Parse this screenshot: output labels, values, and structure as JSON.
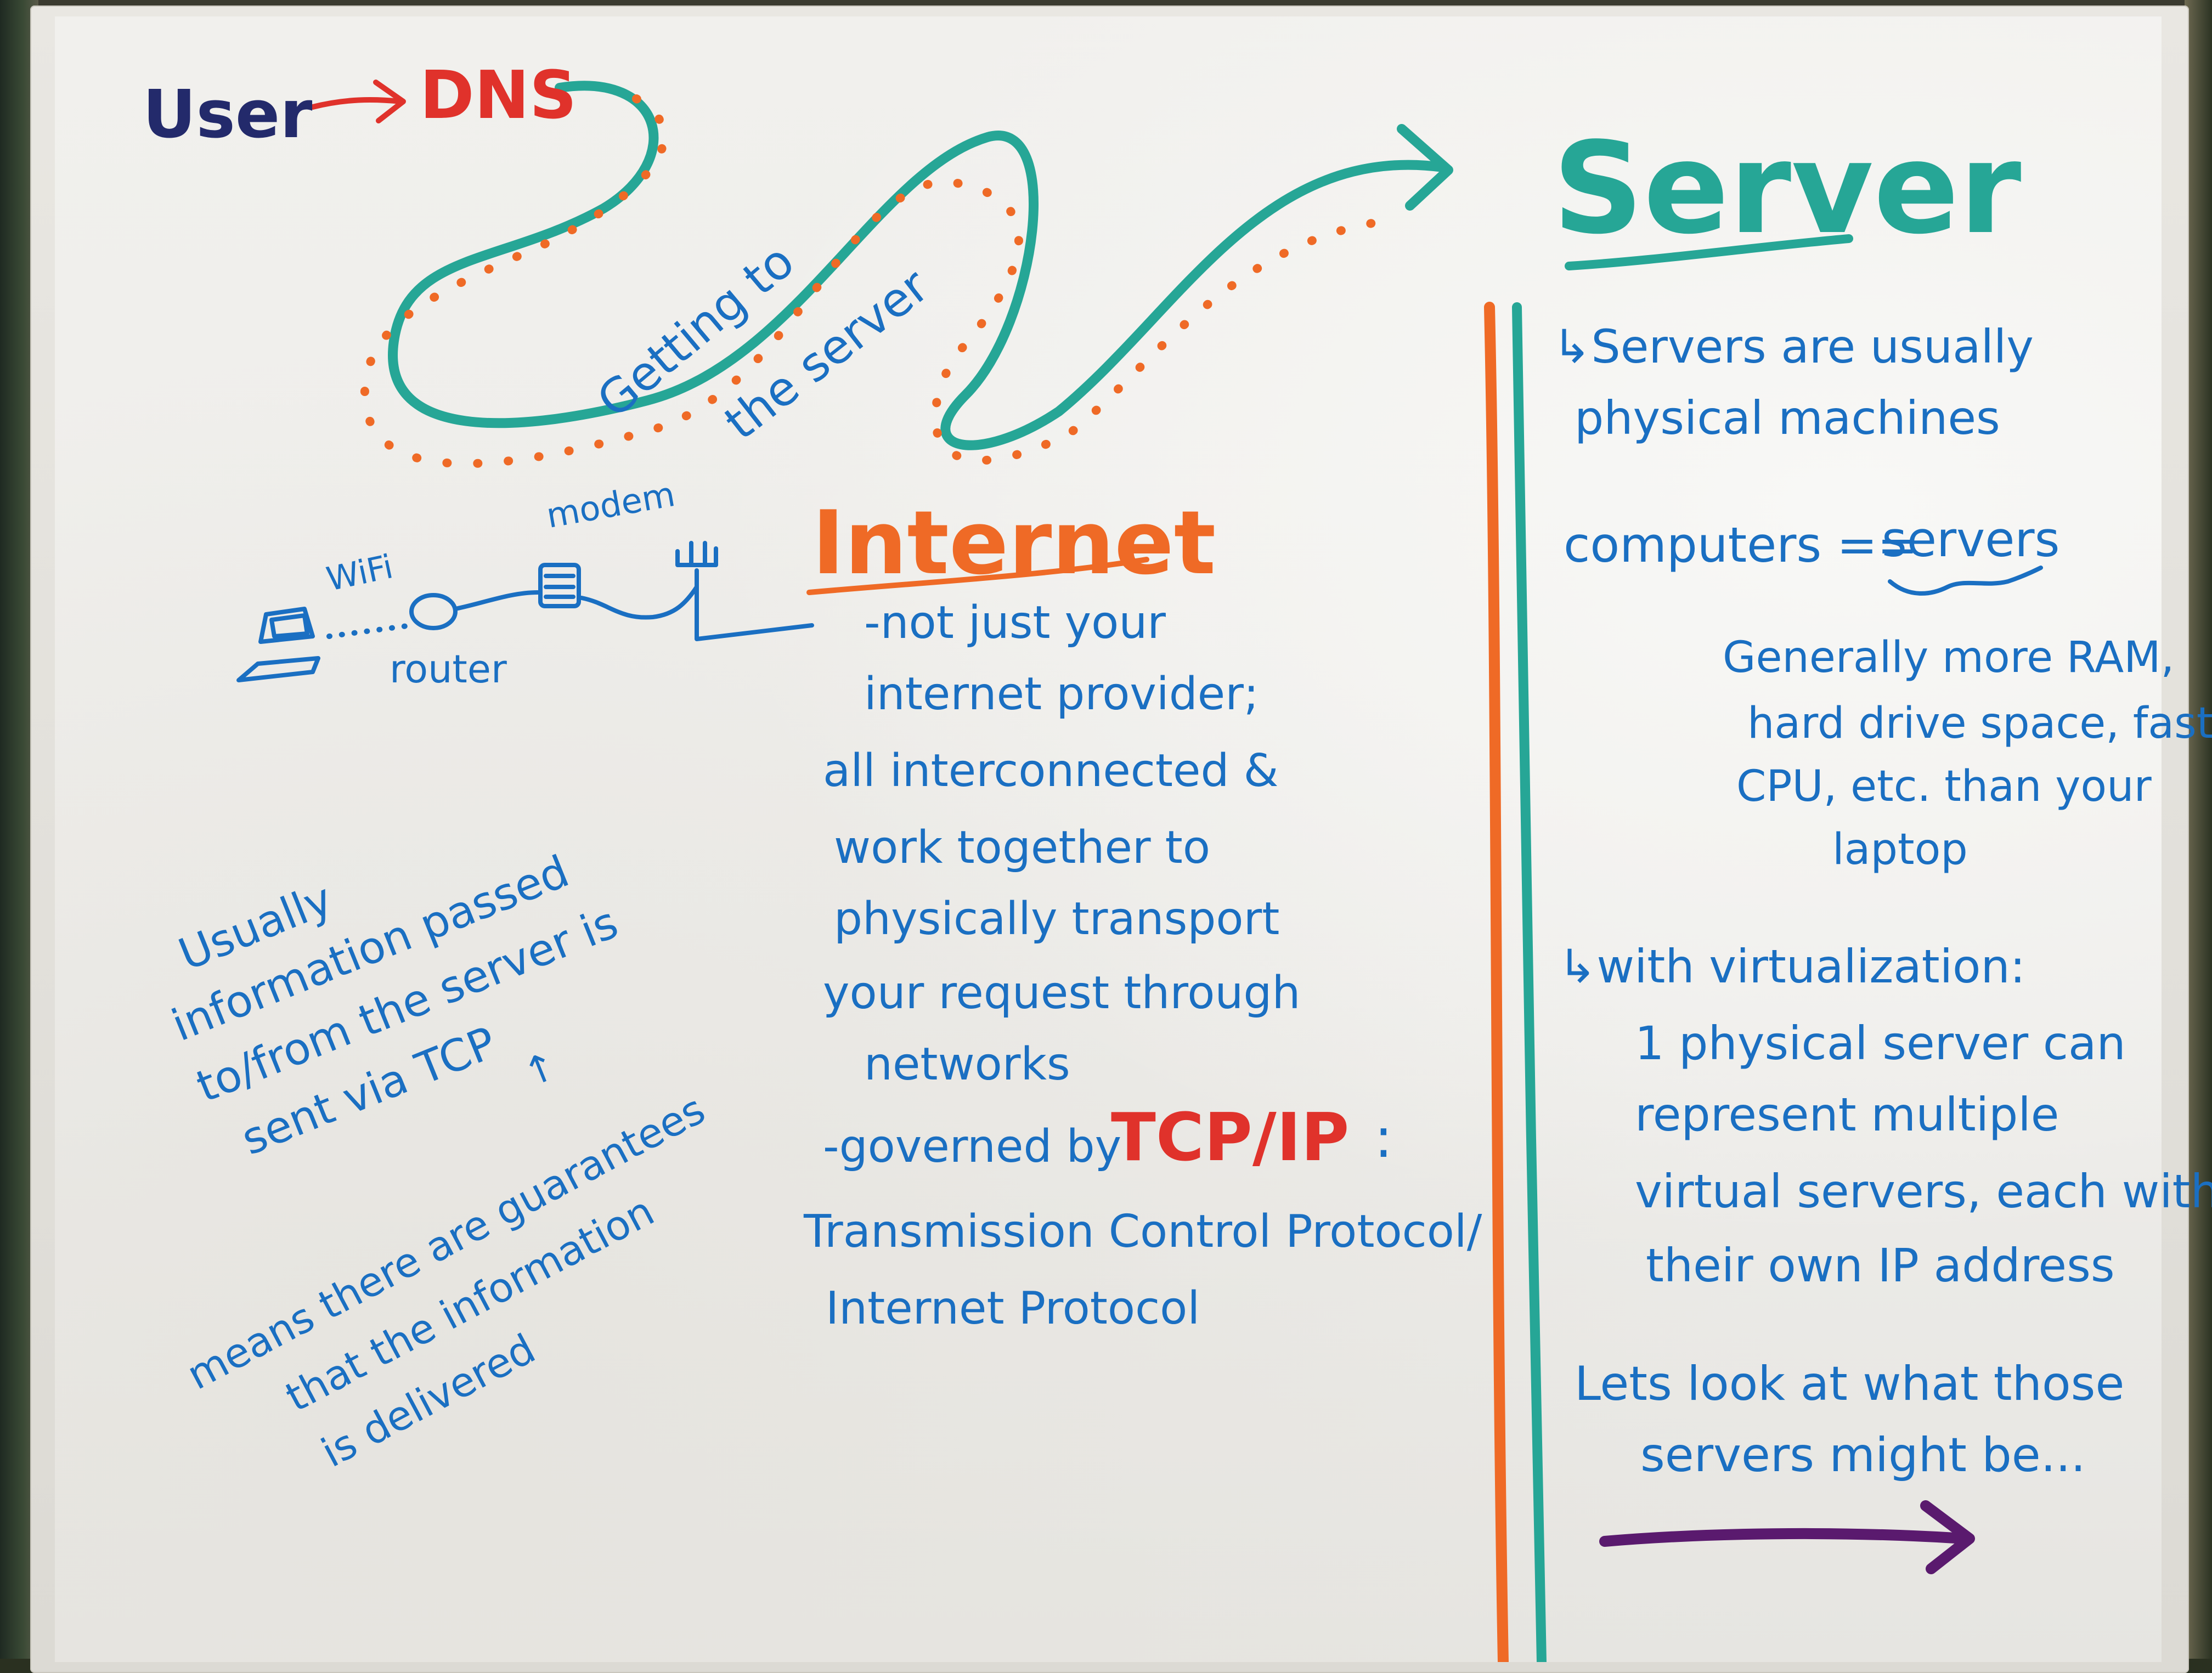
{
  "whiteboard": {
    "flow": {
      "user": "User",
      "dns": "DNS",
      "path_label_1": "Getting to",
      "path_label_2": "the server",
      "server_title": "Server"
    },
    "network_diagram": {
      "wifi": "WiFi",
      "modem": "modem",
      "router": "router"
    },
    "internet": {
      "title": "Internet",
      "lines": [
        "-not just your",
        "internet provider;",
        "all interconnected &",
        "work together to",
        "physically transport",
        "your request through",
        "networks"
      ],
      "governed_prefix": "-governed by",
      "tcpip": "TCP/IP",
      "tcpip_colon": ":",
      "expansion_1": "Transmission Control Protocol/",
      "expansion_2": "Internet Protocol"
    },
    "tcp_note": {
      "lines": [
        "Usually",
        "information passed",
        "to/from the server is",
        "sent via TCP"
      ],
      "arrow": "↑",
      "guarantee_lines": [
        "means there are guarantees",
        "that the information",
        "is delivered"
      ]
    },
    "server_notes": {
      "line1": "↳Servers are usually",
      "line2": "physical machines",
      "equation_left": "computers ==",
      "equation_right": "servers",
      "spec_lines": [
        "Generally more RAM,",
        "hard drive space, faster",
        "CPU, etc. than your",
        "laptop"
      ],
      "virtualization": "↳with virtualization:",
      "virt_lines": [
        "1 physical server can",
        "represent multiple",
        "virtual servers, each with",
        "their own IP address"
      ],
      "closing_1": "Lets look at what those",
      "closing_2": "servers might be..."
    },
    "colors": {
      "blue_marker": "#1a6fc2",
      "navy_marker": "#232a6b",
      "red_marker": "#e0322b",
      "orange_marker": "#ef6a26",
      "teal_marker": "#26a696",
      "purple_marker": "#5a1a6e"
    }
  }
}
